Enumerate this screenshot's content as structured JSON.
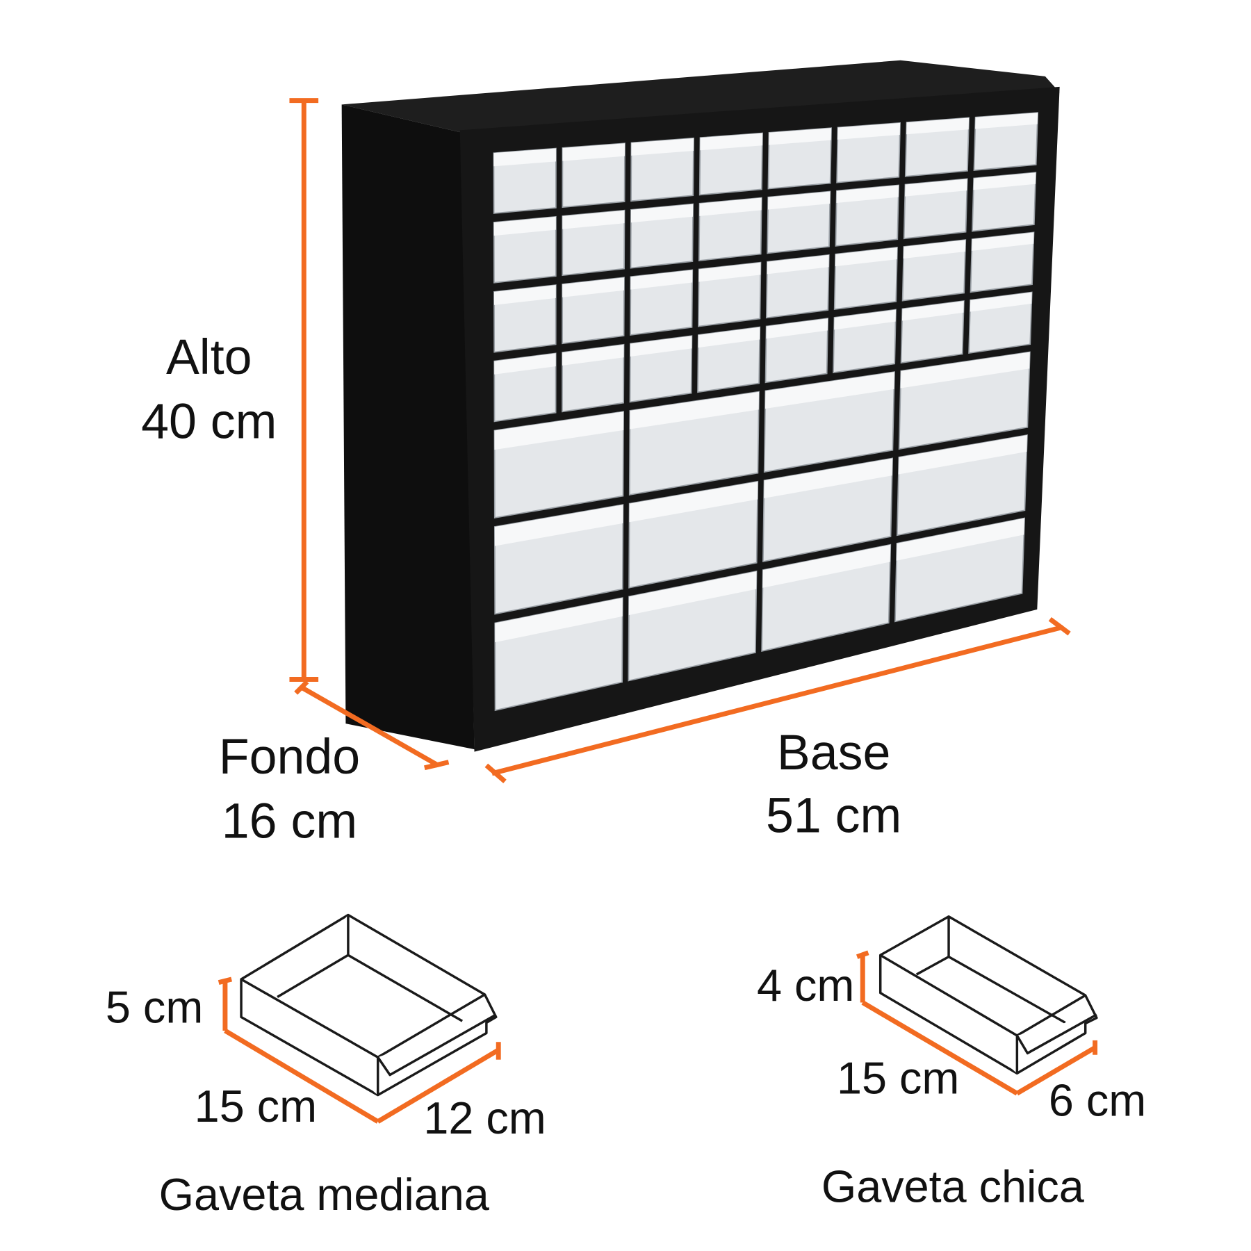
{
  "colors": {
    "dimension_line": "#f26b21",
    "cabinet": "#141414",
    "drawer": "#e4e7ea"
  },
  "cabinet": {
    "height_label": "Alto",
    "height_value": "40 cm",
    "depth_label": "Fondo",
    "depth_value": "16 cm",
    "width_label": "Base",
    "width_value": "51 cm",
    "small_drawer_rows": 4,
    "small_drawers_per_row": 8,
    "medium_drawer_rows": 3,
    "medium_drawers_per_row": 4
  },
  "medium_drawer": {
    "title": "Gaveta mediana",
    "height": "5 cm",
    "length": "15 cm",
    "width": "12 cm"
  },
  "small_drawer": {
    "title": "Gaveta chica",
    "height": "4 cm",
    "length": "15 cm",
    "width": "6 cm"
  }
}
